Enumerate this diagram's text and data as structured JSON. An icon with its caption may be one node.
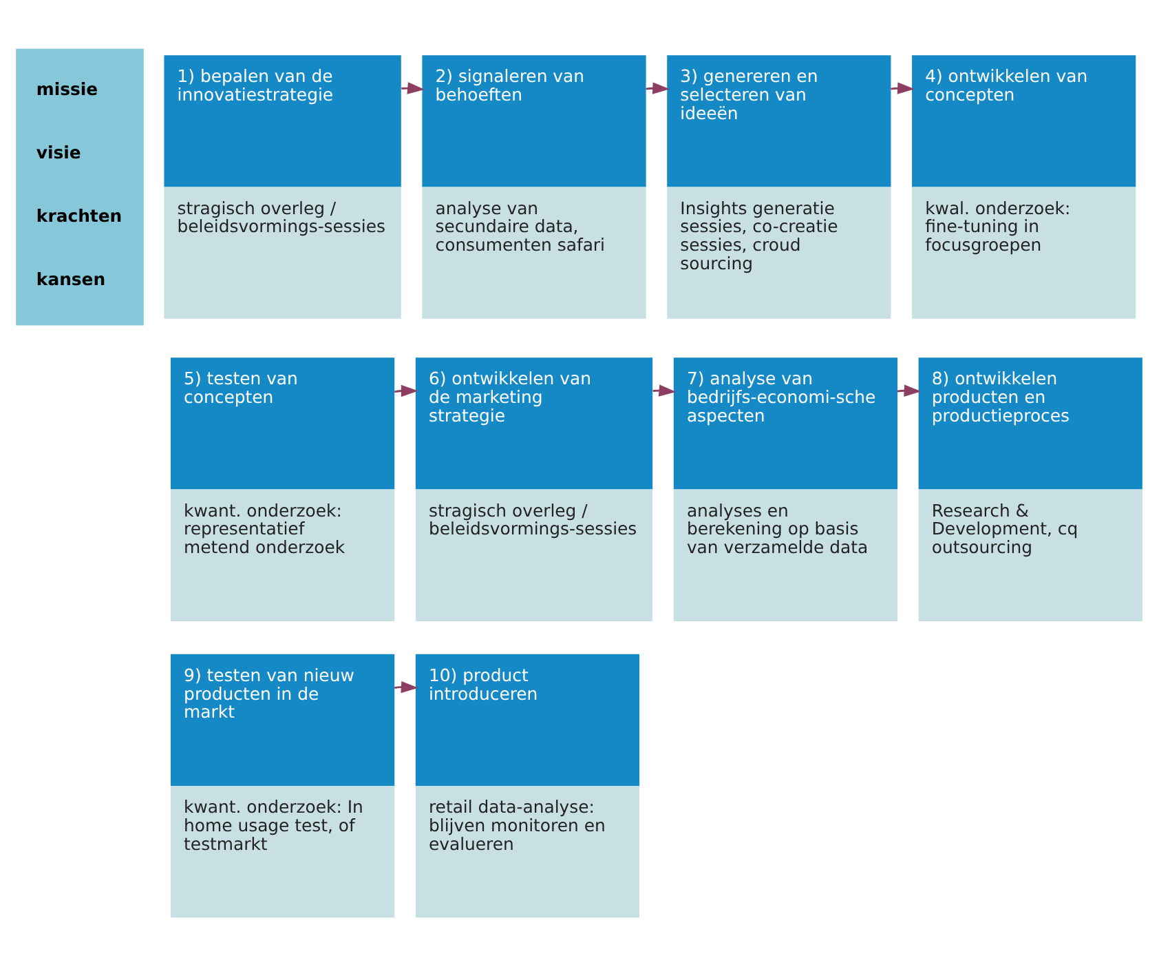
{
  "diagram": {
    "nodes": [
      {
        "text": [
          "missie",
          "visie",
          "krachten",
          "kansen"
        ]
      },
      {
        "text": [
          "1) bepalen van de innovatiestrategie",
          "stragisch overleg / beleidsvormings-sessies"
        ]
      },
      {
        "text": [
          "2) signaleren van behoeften",
          "analyse van secundaire data, consumenten safari"
        ]
      },
      {
        "text": [
          "3) genereren en selecteren van ideeën",
          "Insights generatie sessies, co-creatie sessies, croud sourcing"
        ]
      },
      {
        "text": [
          "4) ontwikkelen van concepten",
          "kwal. onderzoek: fine-tuning in focusgroepen"
        ]
      },
      {
        "text": [
          "5) testen van concepten",
          "kwant. onderzoek: representatief metend onderzoek"
        ]
      },
      {
        "text": [
          "6) ontwikkelen van de marketing strategie",
          "stragisch overleg / beleidsvormings-sessies"
        ]
      },
      {
        "text": [
          "7) analyse van bedrijfs-economi-sche aspecten",
          "analyses en berekening op basis van verzamelde data"
        ]
      },
      {
        "text": [
          "8) ontwikkelen producten en productieproces",
          "Research & Development, cq outsourcing"
        ]
      },
      {
        "text": [
          "9) testen van nieuw producten in de markt",
          "kwant. onderzoek: In home usage test, of testmarkt"
        ]
      },
      {
        "text": [
          "10) product introduceren",
          "retail data-analyse: blijven monitoren en evalueren"
        ]
      }
    ],
    "edges": [
      {
        "from": 1,
        "to": 2,
        "arrow": "to"
      },
      {
        "from": 2,
        "to": 3,
        "arrow": "to"
      },
      {
        "from": 3,
        "to": 4,
        "arrow": "to"
      },
      {
        "from": 5,
        "to": 6,
        "arrow": "to"
      },
      {
        "from": 6,
        "to": 7,
        "arrow": "to"
      },
      {
        "from": 7,
        "to": 8,
        "arrow": "to"
      },
      {
        "from": 9,
        "to": 10,
        "arrow": "to"
      }
    ]
  }
}
